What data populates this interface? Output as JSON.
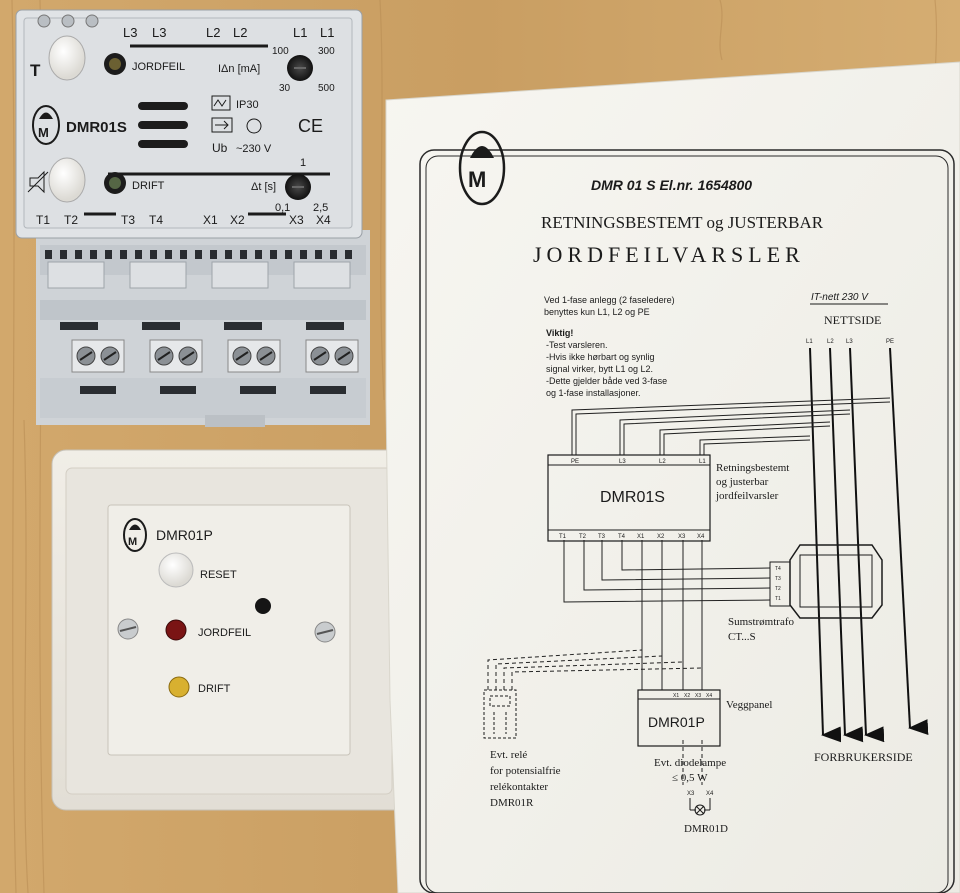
{
  "colors": {
    "wood": "#c99e62",
    "device_grey": "#d9dcdf",
    "panel_white": "#ece9e2",
    "paper": "#f4f2ec",
    "led_red": "#7a1414",
    "led_yellow": "#d8b030"
  },
  "din_module": {
    "top_terminals": [
      "L3",
      "L3",
      "L2",
      "L2",
      "L1",
      "L1"
    ],
    "test_button": "T",
    "jordfeil": "JORDFEIL",
    "idn_label": "IΔn [mA]",
    "idn_values": [
      "100",
      "300",
      "30",
      "500"
    ],
    "model": "DMR01S",
    "ip": "IP30",
    "ub_label": "Ub",
    "voltage": "~230 V",
    "ce": "CE",
    "drift": "DRIFT",
    "dt_label": "Δt [s]",
    "dt_values": [
      "1",
      "0,1",
      "2,5"
    ],
    "bottom_terminals": [
      "T1",
      "T2",
      "T3",
      "T4",
      "X1",
      "X2",
      "X3",
      "X4"
    ]
  },
  "wall_panel": {
    "model": "DMR01P",
    "reset": "RESET",
    "jordfeil": "JORDFEIL",
    "drift": "DRIFT"
  },
  "document": {
    "header": "DMR 01 S  El.nr. 1654800",
    "title1": "RETNINGSBESTEMT og JUSTERBAR",
    "title2": "JORDFEILVARSLER",
    "note": [
      "Ved 1-fase anlegg (2 faseledere)",
      "benyttes kun L1, L2 og PE"
    ],
    "network": "IT-nett  230 V",
    "nettside": "NETTSIDE",
    "viktig": [
      "Viktig!",
      "-Test varsleren.",
      "-Hvis ikke hørbart og synlig",
      "signal virker, bytt L1 og L2.",
      "-Dette gjelder både ved 3-fase",
      "og 1-fase installasjoner."
    ],
    "line_labels": [
      "L1",
      "L2",
      "L3",
      "PE"
    ],
    "box_top_terminals": [
      "PE",
      "L3",
      "L2",
      "L1"
    ],
    "box_name": "DMR01S",
    "box_desc": [
      "Retningsbestemt",
      "og justerbar",
      "jordfeilvarsler"
    ],
    "box_bottom_terminals": [
      "T1",
      "T2",
      "T3",
      "T4",
      "X1",
      "X2",
      "X3",
      "X4"
    ],
    "ct_terminals": [
      "T4",
      "T3",
      "T2",
      "T1"
    ],
    "ct_label": [
      "Sumstrømtrafo",
      "CT...S"
    ],
    "panel_terminals": [
      "X1",
      "X2",
      "X3",
      "X4"
    ],
    "panel_name": "DMR01P",
    "panel_label": "Veggpanel",
    "relay_label": [
      "Evt. relé",
      "for potensialfrie",
      "relékontakter",
      "DMR01R"
    ],
    "lamp_label": [
      "Evt. diodelampe",
      "≤ 0,5 W"
    ],
    "lamp_terminals": [
      "X3",
      "X4"
    ],
    "lamp_name": "DMR01D",
    "forbruker": "FORBRUKERSIDE"
  }
}
